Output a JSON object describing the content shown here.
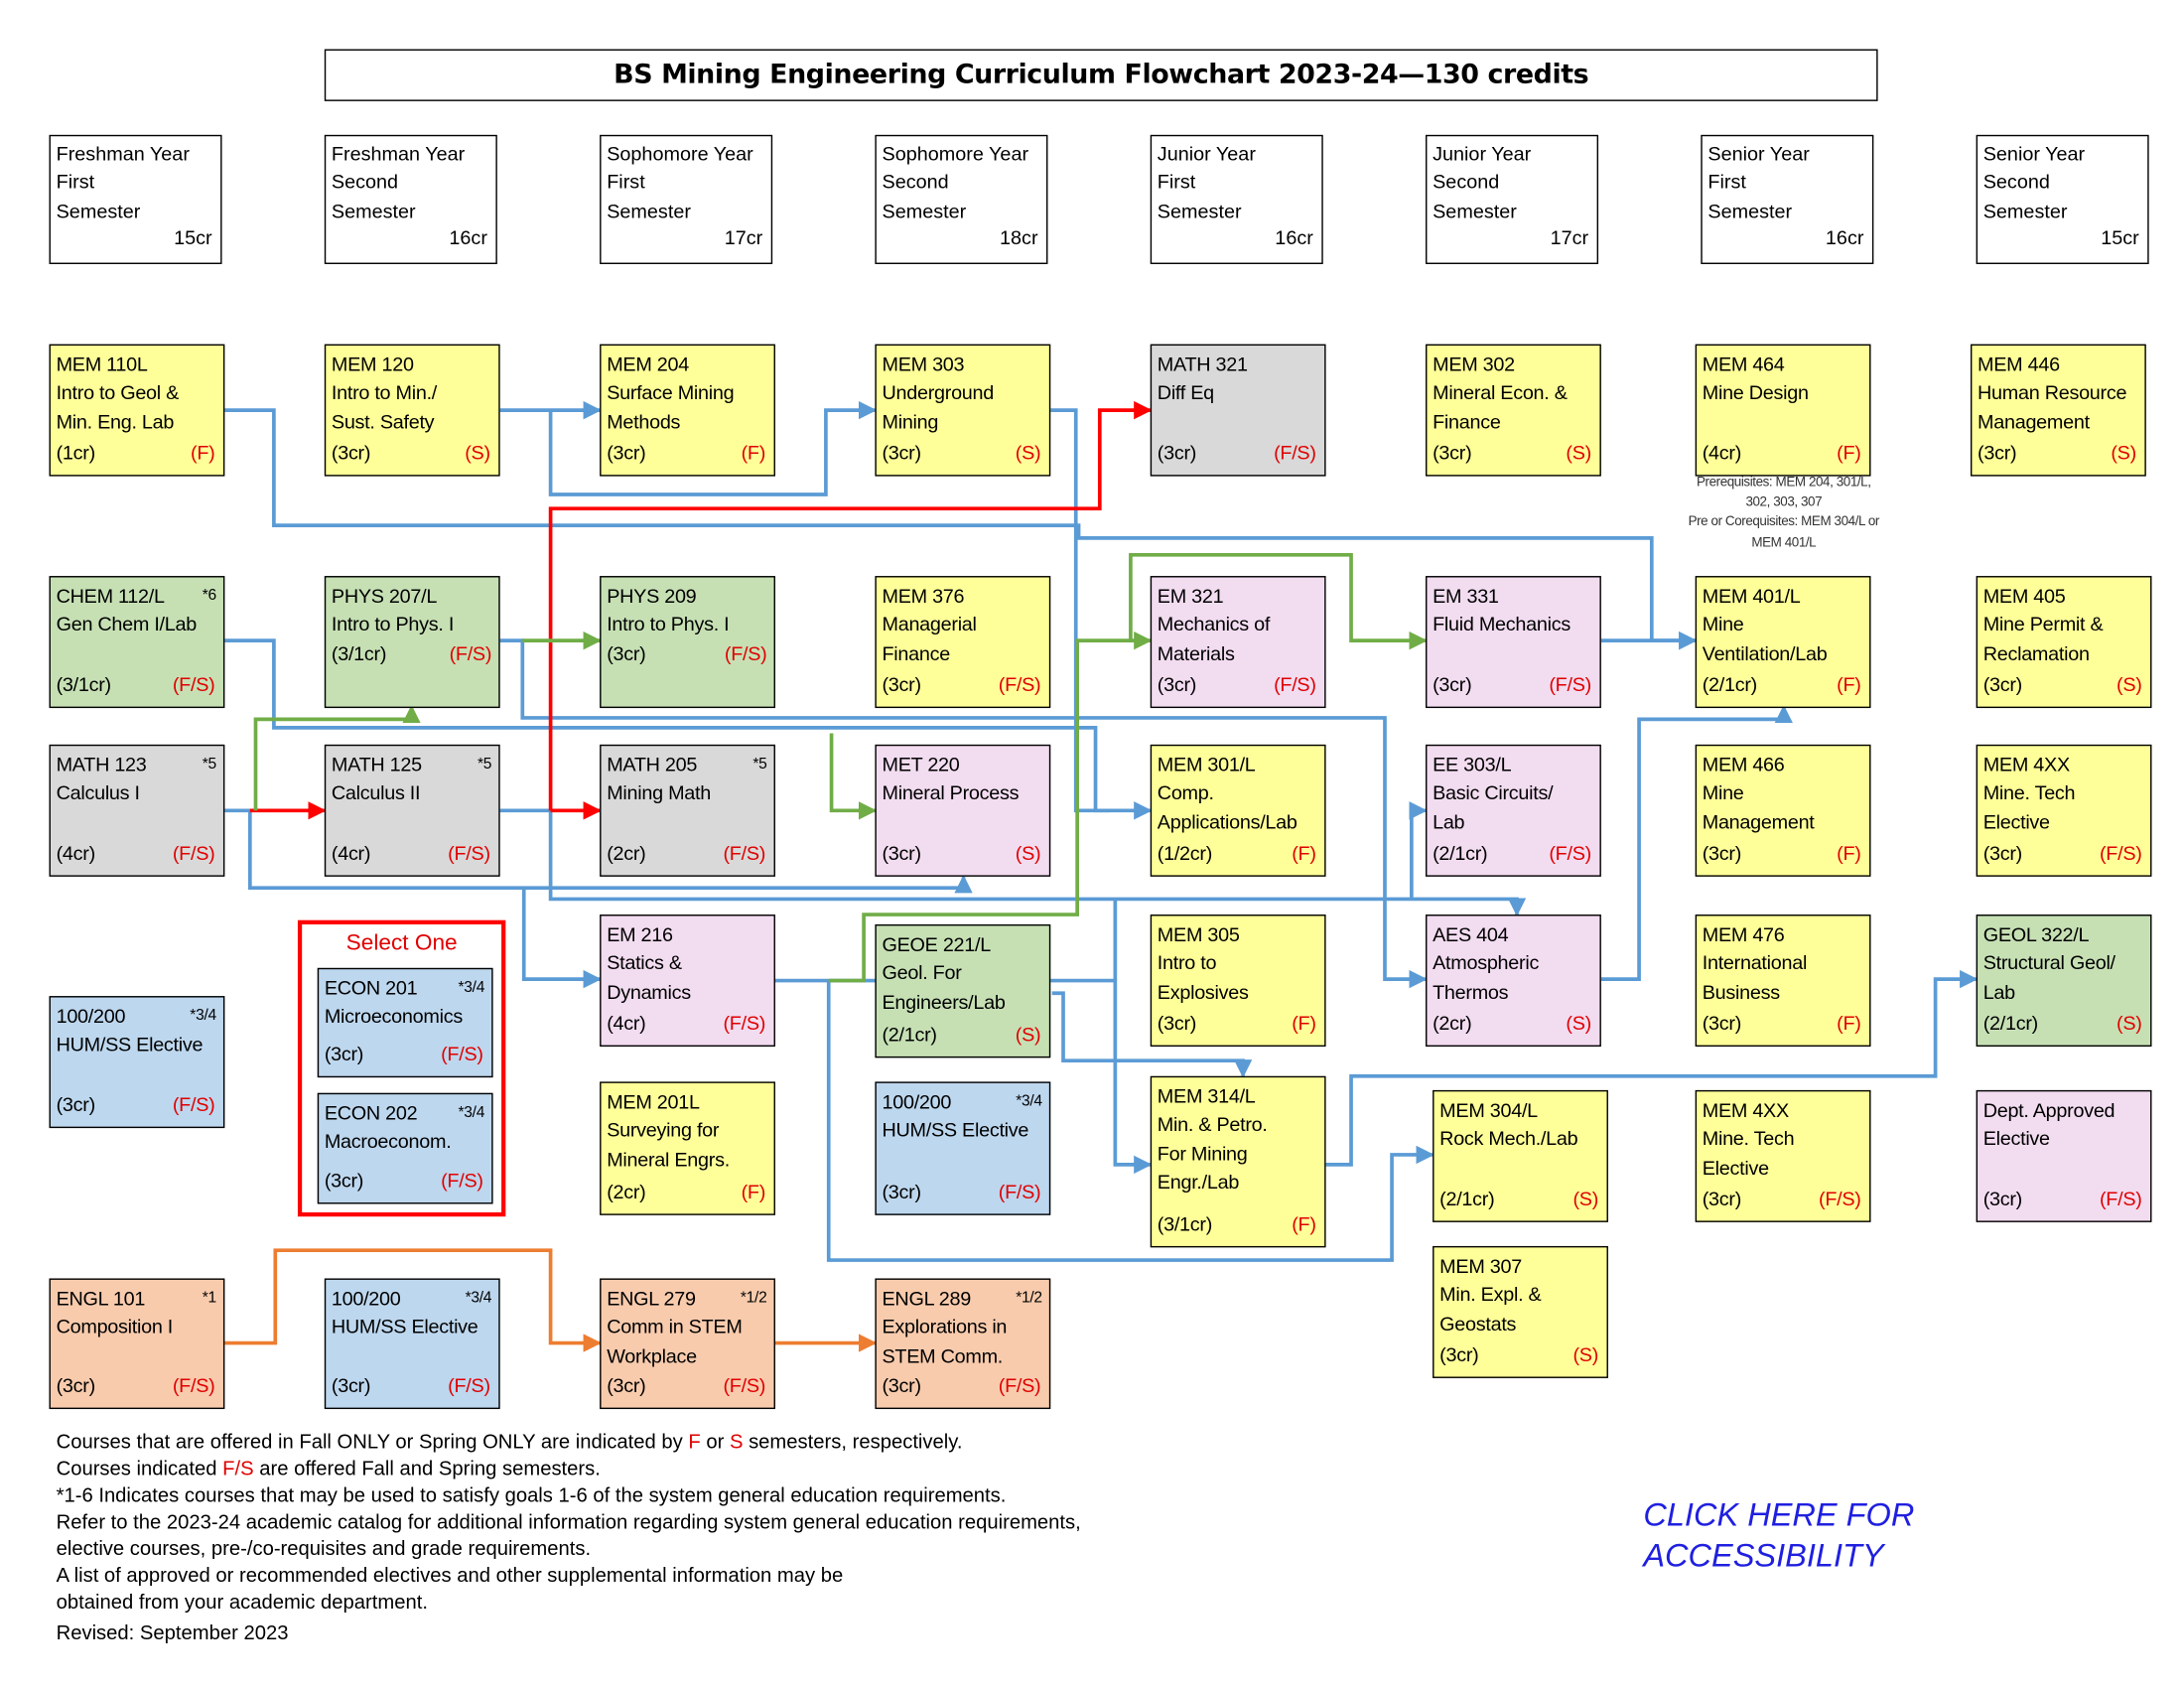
{
  "title": "BS Mining Engineering Curriculum Flowchart 2023-24—130 credits",
  "semesters": [
    {
      "lines": [
        "Freshman Year",
        "First",
        "Semester"
      ],
      "credits": "15cr"
    },
    {
      "lines": [
        "Freshman Year",
        "Second",
        "Semester"
      ],
      "credits": "16cr"
    },
    {
      "lines": [
        "Sophomore Year",
        "First",
        "Semester"
      ],
      "credits": "17cr"
    },
    {
      "lines": [
        "Sophomore Year",
        "Second",
        "Semester"
      ],
      "credits": "18cr"
    },
    {
      "lines": [
        "Junior Year",
        "First",
        "Semester"
      ],
      "credits": "16cr"
    },
    {
      "lines": [
        "Junior Year",
        "Second",
        "Semester"
      ],
      "credits": "17cr"
    },
    {
      "lines": [
        "Senior Year",
        "First",
        "Semester"
      ],
      "credits": "16cr"
    },
    {
      "lines": [
        "Senior Year",
        "Second",
        "Semester"
      ],
      "credits": "15cr"
    }
  ],
  "colors": {
    "yellow": "#ffff99",
    "green": "#c6e0b4",
    "gray": "#d9d9d9",
    "pink": "#f2dcf0",
    "blue": "#bdd7ee",
    "orange": "#f8cbad",
    "line_blue": "#5b9bd5",
    "line_red": "#ff0000",
    "line_green": "#70ad47",
    "line_orange": "#ed7d31"
  },
  "select_one": "Select One",
  "prereq_note": [
    "Prerequisites: MEM 204, 301/L,",
    "302, 303, 307",
    "Pre or Corequisites: MEM 304/L or",
    "MEM 401/L"
  ],
  "courses": [
    {
      "id": "mem110l",
      "code": "MEM 110L",
      "note": "",
      "lines": [
        "Intro to Geol &",
        "Min. Eng. Lab"
      ],
      "credits": "(1cr)",
      "term": "(F)",
      "color": "yellow"
    },
    {
      "id": "mem120",
      "code": "MEM 120",
      "note": "",
      "lines": [
        "Intro to Min./",
        "Sust. Safety"
      ],
      "credits": "(3cr)",
      "term": "(S)",
      "color": "yellow"
    },
    {
      "id": "mem204",
      "code": "MEM 204",
      "note": "",
      "lines": [
        "Surface Mining",
        "Methods"
      ],
      "credits": "(3cr)",
      "term": "(F)",
      "color": "yellow"
    },
    {
      "id": "mem303",
      "code": "MEM 303",
      "note": "",
      "lines": [
        "Underground",
        "Mining"
      ],
      "credits": "(3cr)",
      "term": "(S)",
      "color": "yellow"
    },
    {
      "id": "math321",
      "code": "MATH 321",
      "note": "",
      "lines": [
        "Diff Eq"
      ],
      "credits": "(3cr)",
      "term": "(F/S)",
      "color": "gray"
    },
    {
      "id": "mem302",
      "code": "MEM 302",
      "note": "",
      "lines": [
        "Mineral Econ. &",
        "Finance"
      ],
      "credits": "(3cr)",
      "term": "(S)",
      "color": "yellow"
    },
    {
      "id": "mem464",
      "code": "MEM 464",
      "note": "",
      "lines": [
        "Mine Design"
      ],
      "credits": "(4cr)",
      "term": "(F)",
      "color": "yellow"
    },
    {
      "id": "mem446",
      "code": "MEM 446",
      "note": "",
      "lines": [
        "Human Resource",
        "Management"
      ],
      "credits": "(3cr)",
      "term": "(S)",
      "color": "yellow"
    },
    {
      "id": "chem112",
      "code": "CHEM 112/L",
      "note": "*6",
      "lines": [
        "Gen Chem I/Lab"
      ],
      "credits": "(3/1cr)",
      "term": "(F/S)",
      "color": "green"
    },
    {
      "id": "phys207",
      "code": "PHYS 207/L",
      "note": "",
      "lines": [
        "Intro to Phys. I",
        "(3/1cr)        (F/S)"
      ],
      "credits": "",
      "term": "",
      "color": "green"
    },
    {
      "id": "phys209",
      "code": "PHYS 209",
      "note": "",
      "lines": [
        "Intro to Phys. I",
        "(3cr)             (F/S)"
      ],
      "credits": "",
      "term": "",
      "color": "green"
    },
    {
      "id": "mem376",
      "code": "MEM 376",
      "note": "",
      "lines": [
        "Managerial",
        "Finance"
      ],
      "credits": "(3cr)",
      "term": "(F/S)",
      "color": "yellow"
    },
    {
      "id": "em321",
      "code": "EM 321",
      "note": "",
      "lines": [
        "Mechanics of",
        "Materials"
      ],
      "credits": "(3cr)",
      "term": "(F/S)",
      "color": "pink"
    },
    {
      "id": "em331",
      "code": "EM 331",
      "note": "",
      "lines": [
        "Fluid Mechanics"
      ],
      "credits": "(3cr)",
      "term": "(F/S)",
      "color": "pink"
    },
    {
      "id": "mem401",
      "code": "MEM 401/L",
      "note": "",
      "lines": [
        "Mine",
        "Ventilation/Lab"
      ],
      "credits": "(2/1cr)",
      "term": "(F)",
      "color": "yellow"
    },
    {
      "id": "mem405",
      "code": "MEM 405",
      "note": "",
      "lines": [
        "Mine Permit &",
        "Reclamation"
      ],
      "credits": "(3cr)",
      "term": "(S)",
      "color": "yellow"
    },
    {
      "id": "math123",
      "code": "MATH 123",
      "note": "*5",
      "lines": [
        "Calculus I"
      ],
      "credits": "(4cr)",
      "term": "(F/S)",
      "color": "gray"
    },
    {
      "id": "math125",
      "code": "MATH 125",
      "note": "*5",
      "lines": [
        "Calculus II"
      ],
      "credits": "(4cr)",
      "term": "(F/S)",
      "color": "gray"
    },
    {
      "id": "math205",
      "code": "MATH 205",
      "note": "*5",
      "lines": [
        "Mining Math"
      ],
      "credits": "(2cr)",
      "term": "(F/S)",
      "color": "gray"
    },
    {
      "id": "met220",
      "code": "MET 220",
      "note": "",
      "lines": [
        "Mineral Process"
      ],
      "credits": "(3cr)",
      "term": "(S)",
      "color": "pink"
    },
    {
      "id": "mem301",
      "code": "MEM 301/L",
      "note": "",
      "lines": [
        "Comp.",
        "Applications/Lab"
      ],
      "credits": "(1/2cr)",
      "term": "(F)",
      "color": "yellow"
    },
    {
      "id": "ee303",
      "code": "EE 303/L",
      "note": "",
      "lines": [
        "Basic Circuits/",
        "Lab"
      ],
      "credits": "(2/1cr)",
      "term": "(F/S)",
      "color": "pink"
    },
    {
      "id": "mem466",
      "code": "MEM 466",
      "note": "",
      "lines": [
        "Mine",
        "Management"
      ],
      "credits": "(3cr)",
      "term": "(F)",
      "color": "yellow"
    },
    {
      "id": "mem4xxa",
      "code": "MEM 4XX",
      "note": "",
      "lines": [
        "Mine. Tech",
        "Elective"
      ],
      "credits": "(3cr)",
      "term": "(F/S)",
      "color": "yellow"
    },
    {
      "id": "hum1",
      "code": "100/200",
      "note": "*3/4",
      "lines": [
        "HUM/SS Elective"
      ],
      "credits": "(3cr)",
      "term": "(F/S)",
      "color": "blue"
    },
    {
      "id": "econ201",
      "code": "ECON 201",
      "note": "*3/4",
      "lines": [
        "Microeconomics"
      ],
      "credits": "(3cr)",
      "term": "(F/S)",
      "color": "blue"
    },
    {
      "id": "econ202",
      "code": "ECON 202",
      "note": "*3/4",
      "lines": [
        "Macroeconom."
      ],
      "credits": "(3cr)",
      "term": "(F/S)",
      "color": "blue"
    },
    {
      "id": "em216",
      "code": "EM 216",
      "note": "",
      "lines": [
        "Statics &",
        "Dynamics"
      ],
      "credits": "(4cr)",
      "term": "(F/S)",
      "color": "pink"
    },
    {
      "id": "geoe221",
      "code": "GEOE 221/L",
      "note": "",
      "lines": [
        "Geol. For",
        "Engineers/Lab"
      ],
      "credits": "(2/1cr)",
      "term": "(S)",
      "color": "green"
    },
    {
      "id": "mem305",
      "code": "MEM 305",
      "note": "",
      "lines": [
        "Intro to",
        "Explosives"
      ],
      "credits": "(3cr)",
      "term": "(F)",
      "color": "yellow"
    },
    {
      "id": "aes404",
      "code": "AES 404",
      "note": "",
      "lines": [
        "Atmospheric",
        "Thermos"
      ],
      "credits": "(2cr)",
      "term": "(S)",
      "color": "pink"
    },
    {
      "id": "mem476",
      "code": "MEM 476",
      "note": "",
      "lines": [
        "International",
        "Business"
      ],
      "credits": "(3cr)",
      "term": "(F)",
      "color": "yellow"
    },
    {
      "id": "geol322",
      "code": "GEOL 322/L",
      "note": "",
      "lines": [
        "Structural Geol/",
        "Lab"
      ],
      "credits": "(2/1cr)",
      "term": "(S)",
      "color": "green"
    },
    {
      "id": "mem201l",
      "code": "MEM 201L",
      "note": "",
      "lines": [
        "Surveying for",
        "Mineral Engrs."
      ],
      "credits": "(2cr)",
      "term": "(F)",
      "color": "yellow"
    },
    {
      "id": "hum2",
      "code": "100/200",
      "note": "*3/4",
      "lines": [
        "HUM/SS Elective"
      ],
      "credits": "(3cr)",
      "term": "(F/S)",
      "color": "blue"
    },
    {
      "id": "mem314",
      "code": "MEM 314/L",
      "note": "",
      "lines": [
        "Min. & Petro.",
        "For Mining",
        "Engr./Lab"
      ],
      "credits": "(3/1cr)",
      "term": "(F)",
      "color": "yellow"
    },
    {
      "id": "mem304",
      "code": "MEM 304/L",
      "note": "",
      "lines": [
        "Rock Mech./Lab"
      ],
      "credits": "(2/1cr)",
      "term": "(S)",
      "color": "yellow"
    },
    {
      "id": "mem4xxb",
      "code": "MEM 4XX",
      "note": "",
      "lines": [
        "Mine. Tech",
        "Elective"
      ],
      "credits": "(3cr)",
      "term": "(F/S)",
      "color": "yellow"
    },
    {
      "id": "dept",
      "code": "Dept. Approved",
      "note": "",
      "lines": [
        "Elective"
      ],
      "credits": "(3cr)",
      "term": "(F/S)",
      "color": "pink"
    },
    {
      "id": "mem307",
      "code": "MEM 307",
      "note": "",
      "lines": [
        "Min. Expl. &",
        "Geostats"
      ],
      "credits": "(3cr)",
      "term": "(S)",
      "color": "yellow"
    },
    {
      "id": "engl101",
      "code": "ENGL 101",
      "note": "*1",
      "lines": [
        "Composition I"
      ],
      "credits": "(3cr)",
      "term": "(F/S)",
      "color": "orange"
    },
    {
      "id": "hum3",
      "code": "100/200",
      "note": "*3/4",
      "lines": [
        "HUM/SS Elective"
      ],
      "credits": "(3cr)",
      "term": "(F/S)",
      "color": "blue"
    },
    {
      "id": "engl279",
      "code": "ENGL 279",
      "note": "*1/2",
      "lines": [
        "Comm in STEM",
        "Workplace"
      ],
      "credits": "(3cr)",
      "term": "(F/S)",
      "color": "orange"
    },
    {
      "id": "engl289",
      "code": "ENGL 289",
      "note": "*1/2",
      "lines": [
        "Explorations in",
        "STEM Comm."
      ],
      "credits": "(3cr)",
      "term": "(F/S)",
      "color": "orange"
    }
  ],
  "footer": {
    "line1": [
      "Courses that are offered in Fall ONLY or Spring ONLY are indicated by ",
      "F",
      " or ",
      "S",
      " semesters, respectively."
    ],
    "line2": [
      "Courses indicated ",
      "F/S",
      " are offered Fall and Spring semesters."
    ],
    "line3": "*1-6 Indicates courses that may be used to satisfy goals 1-6 of the system general education requirements.",
    "line4": "Refer to the 2023-24 academic catalog for additional information regarding system general education requirements,",
    "line5": "elective courses, pre-/co-requisites and grade requirements.",
    "line6": "A list of approved or recommended electives and other supplemental information may be",
    "line7": "obtained from your academic department.",
    "revised": "Revised: September 2023"
  },
  "accessibility_link": [
    "CLICK HERE FOR",
    "ACCESSIBILITY"
  ]
}
